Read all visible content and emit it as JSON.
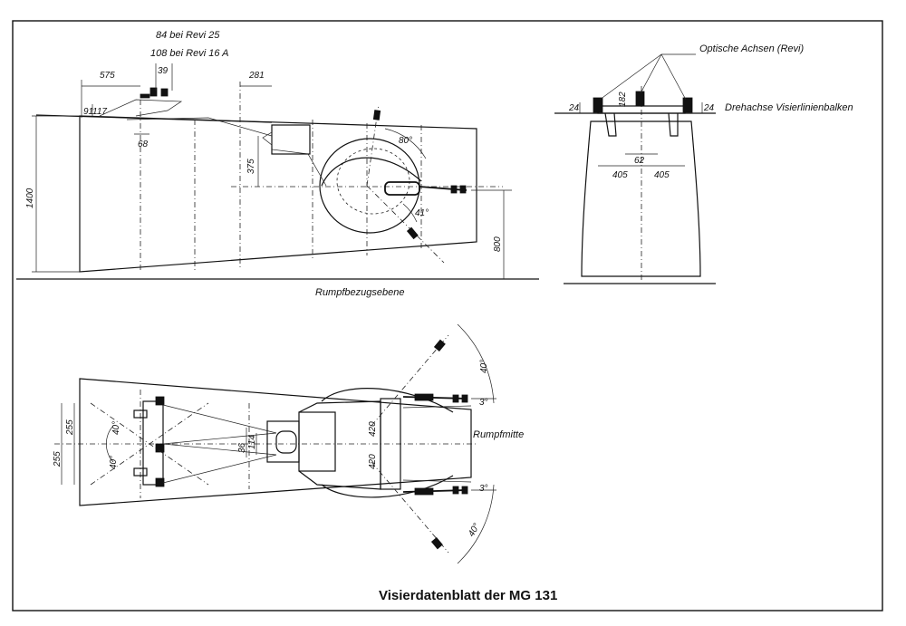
{
  "title": "Visierdatenblatt der MG 131",
  "side_view": {
    "revi_note_1": "84 bei Revi 25",
    "revi_note_2": "108 bei Revi 16 A",
    "dim_39": "39",
    "dim_575": "575",
    "dim_281": "281",
    "dim_91": "91",
    "dim_117": "117",
    "dim_68": "68",
    "dim_375": "375",
    "dim_1400": "1400",
    "dim_800": "800",
    "angle_80": "80°",
    "angle_41": "41°",
    "reference_plane": "Rumpfbezugsebene"
  },
  "front_view": {
    "optical_axes": "Optische Achsen (Revi)",
    "pivot_axis": "Drehachse Visierlinienbalken",
    "dim_24_left": "24",
    "dim_24_right": "24",
    "dim_182": "182",
    "dim_62": "62",
    "dim_405_left": "405",
    "dim_405_right": "405"
  },
  "top_view": {
    "centerline": "Rumpfmitte",
    "dim_255_a": "255",
    "dim_255_b": "255",
    "dim_36": "36",
    "dim_114": "114",
    "dim_420_a": "420",
    "dim_420_b": "420",
    "angle_40_top": "40°",
    "angle_40_bottom": "40°",
    "angle_40_left_a": "40°",
    "angle_40_left_b": "40°",
    "angle_3_top": "3°",
    "angle_3_bottom": "3°"
  }
}
